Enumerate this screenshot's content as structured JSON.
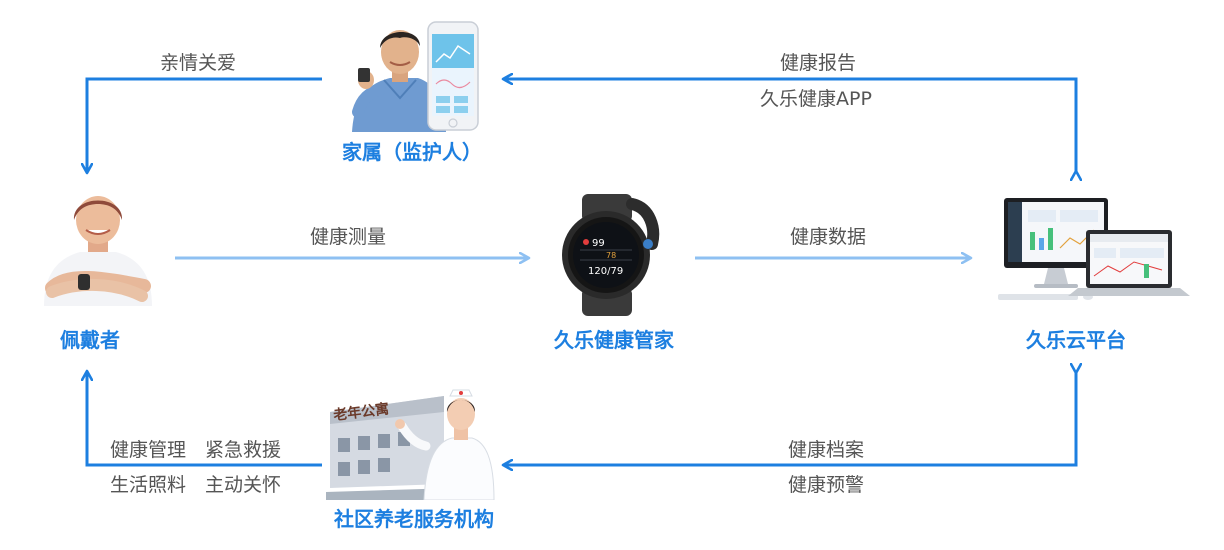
{
  "nodes": {
    "family": {
      "title": "家属（监护人）"
    },
    "wearer": {
      "title": "佩戴者"
    },
    "watch": {
      "title": "久乐健康管家",
      "screen_top": "99",
      "screen_bottom": "120/79",
      "screen_right": "78"
    },
    "cloud": {
      "title": "久乐云平台"
    },
    "community": {
      "title": "社区养老服务机构",
      "building_sign": "老年公寓"
    }
  },
  "flows": {
    "family_to_wearer": "亲情关爱",
    "cloud_to_family_line1": "健康报告",
    "cloud_to_family_line2": "久乐健康APP",
    "wearer_to_watch": "健康测量",
    "watch_to_cloud": "健康数据",
    "community_to_wearer_line1": "健康管理　紧急救援",
    "community_to_wearer_line2": "生活照料　主动关怀",
    "cloud_to_community_line1": "健康档案",
    "cloud_to_community_line2": "健康预警"
  },
  "colors": {
    "primary_arrow": "#1d7fe0",
    "light_arrow": "#8ec0f2",
    "title_blue": "#1d7fe0",
    "label_gray": "#555555"
  }
}
